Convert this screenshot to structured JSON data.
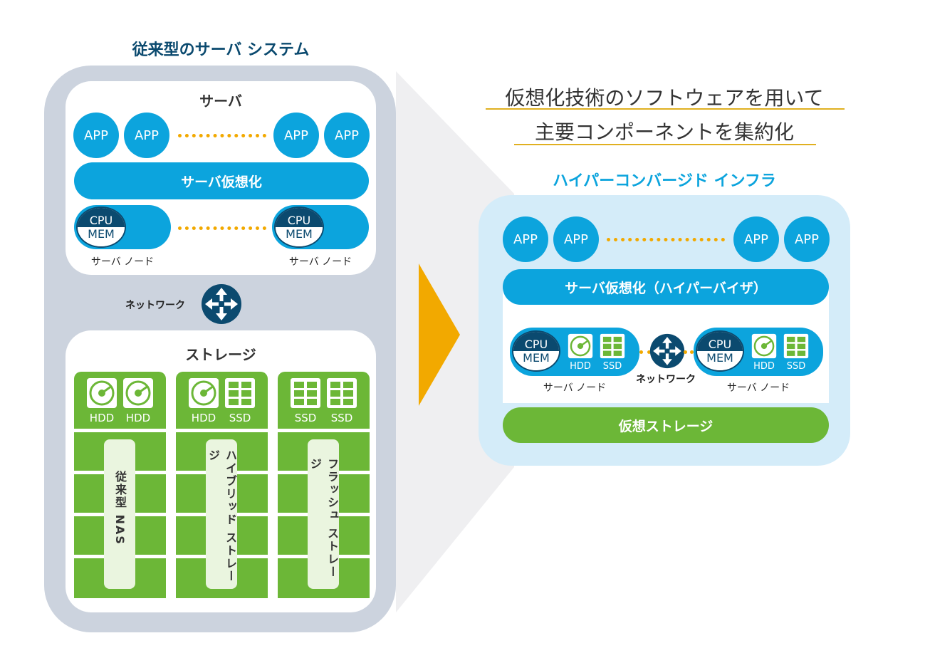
{
  "left": {
    "title": "従来型のサーバ システム",
    "server_label": "サーバ",
    "apps": [
      "APP",
      "APP",
      "APP",
      "APP"
    ],
    "virtualization": "サーバ仮想化",
    "cpu": "CPU",
    "mem": "MEM",
    "node_label": "サーバ ノード",
    "network_label": "ネットワーク",
    "storage_label": "ストレージ",
    "disks": [
      "HDD",
      "HDD",
      "HDD",
      "SSD",
      "SSD",
      "SSD"
    ],
    "storage_columns": [
      "従来型 NAS",
      "ハイブリッド ストレージ",
      "フラッシュ ストレージ"
    ]
  },
  "right": {
    "headline_line1": "仮想化技術のソフトウェアを用いて",
    "headline_line2": "主要コンポーネントを集約化",
    "title": "ハイパーコンバージド インフラ",
    "apps": [
      "APP",
      "APP",
      "APP",
      "APP"
    ],
    "virtualization": "サーバ仮想化（ハイパーバイザ）",
    "cpu": "CPU",
    "mem": "MEM",
    "hdd": "HDD",
    "ssd": "SSD",
    "node_label": "サーバ ノード",
    "network_label": "ネットワーク",
    "storage": "仮想ストレージ"
  },
  "colors": {
    "blue": "#0ca4dd",
    "navy": "#0b4a6f",
    "green": "#6cb737",
    "frame": "#ccd3de",
    "arrow": "#f2a900"
  }
}
